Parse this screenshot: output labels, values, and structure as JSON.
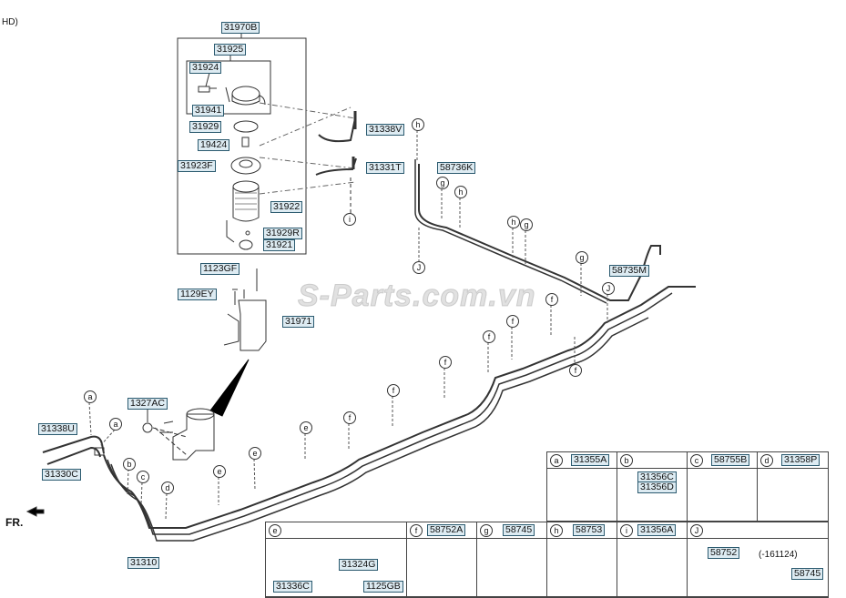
{
  "header_note": "HD)",
  "watermark": "S-Parts.com.vn",
  "front_label": "FR.",
  "part_labels": {
    "p31970B": "31970B",
    "p31925": "31925",
    "p31924": "31924",
    "p31941": "31941",
    "p31929": "31929",
    "p19424": "19424",
    "p31923F": "31923F",
    "p31922": "31922",
    "p31929R": "31929R",
    "p31921": "31921",
    "p31338V": "31338V",
    "p31331T": "31331T",
    "p58736K": "58736K",
    "p58735M": "58735M",
    "p1123GF": "1123GF",
    "p1129EY": "1129EY",
    "p31971": "31971",
    "p1327AC": "1327AC",
    "p31338U": "31338U",
    "p31330C": "31330C",
    "p31310": "31310"
  },
  "callouts": {
    "a": "a",
    "b": "b",
    "c": "c",
    "d": "d",
    "e": "e",
    "f": "f",
    "g": "g",
    "h": "h",
    "i": "i",
    "j": "J"
  },
  "legend": {
    "row1": [
      {
        "key": "a",
        "part": "31355A"
      },
      {
        "key": "b",
        "parts": [
          "31356C",
          "31356D"
        ]
      },
      {
        "key": "c",
        "part": "58755B"
      },
      {
        "key": "d",
        "part": "31358P"
      }
    ],
    "row2": [
      {
        "key": "e",
        "parts": [
          "31324G",
          "31336C",
          "1125GB"
        ]
      },
      {
        "key": "f",
        "part": "58752A"
      },
      {
        "key": "g",
        "part": "58745"
      },
      {
        "key": "h",
        "part": "58753"
      },
      {
        "key": "i",
        "part": "31356A"
      },
      {
        "key": "J",
        "parts": [
          "58752",
          "58745"
        ],
        "note": "(-161124)"
      }
    ]
  }
}
